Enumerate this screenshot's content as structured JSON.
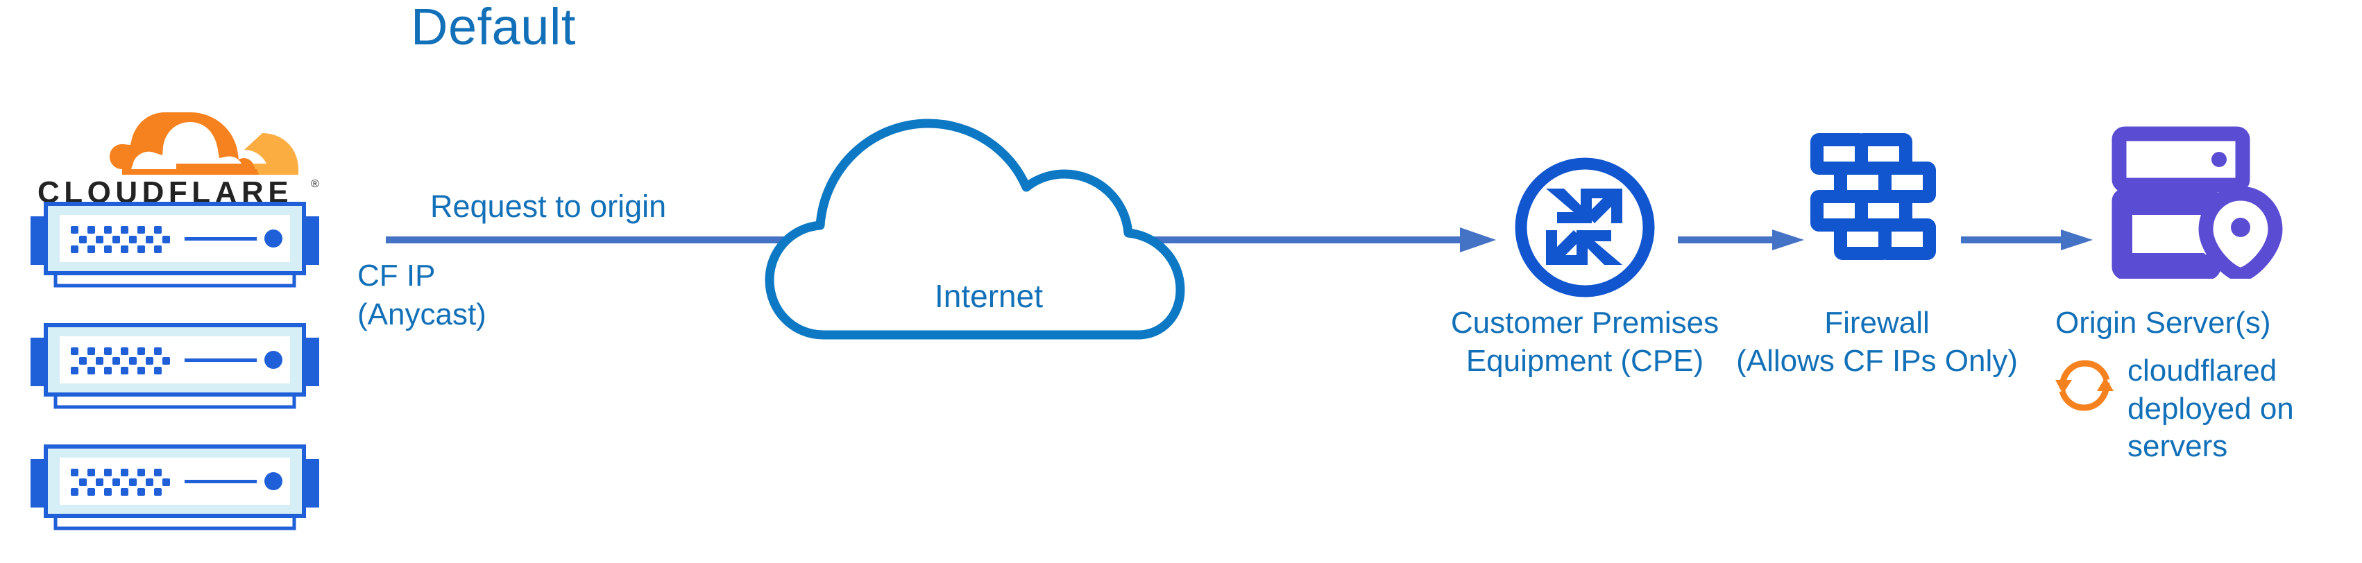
{
  "title": "Default",
  "colors": {
    "title_blue": "#1270b8",
    "label_blue": "#1270b8",
    "cloud_stroke_blue": "#0d78c3",
    "node_blue": "#1156cf",
    "arrow_blue": "#4472c4",
    "server_border_blue": "#1f5fd8",
    "server_panel_cyan": "#d6eef6",
    "origin_purple": "#5b4dd3",
    "cloudflare_orange": "#f6821f",
    "cloudflare_orange_light": "#fbad41",
    "wordmark_dark": "#232323"
  },
  "branding": {
    "logo_wordmark": "CLOUDFLARE",
    "logo_registered_mark": "®",
    "logo_icon_name": "cloudflare-cloud-logo"
  },
  "edge_servers": [
    {
      "name": "cloudflare-edge-server-1"
    },
    {
      "name": "cloudflare-edge-server-2"
    },
    {
      "name": "cloudflare-edge-server-3"
    }
  ],
  "flow": {
    "request_label": "Request to origin",
    "cf_ip_label": "CF IP\n(Anycast)",
    "cf_ip_line1": "CF IP",
    "cf_ip_line2": "(Anycast)",
    "arrow_name": "request-to-origin-arrow"
  },
  "internet": {
    "label": "Internet",
    "icon_name": "internet-cloud-icon"
  },
  "nodes": [
    {
      "id": "cpe",
      "icon_name": "router-icon",
      "caption_line1": "Customer Premises",
      "caption_line2": "Equipment (CPE)"
    },
    {
      "id": "firewall",
      "icon_name": "brick-wall-firewall-icon",
      "caption_line1": "Firewall",
      "caption_line2": "(Allows CF IPs Only)"
    },
    {
      "id": "origin",
      "icon_name": "origin-server-location-icon",
      "caption_line1": "Origin Server(s)",
      "caption_line2": ""
    }
  ],
  "connectors": [
    {
      "name": "arrow-cpe-to-firewall"
    },
    {
      "name": "arrow-firewall-to-origin"
    }
  ],
  "cloudflared": {
    "icon_name": "sync-arrows-icon",
    "line1": "cloudflared",
    "line2": "deployed on",
    "line3": "servers"
  }
}
